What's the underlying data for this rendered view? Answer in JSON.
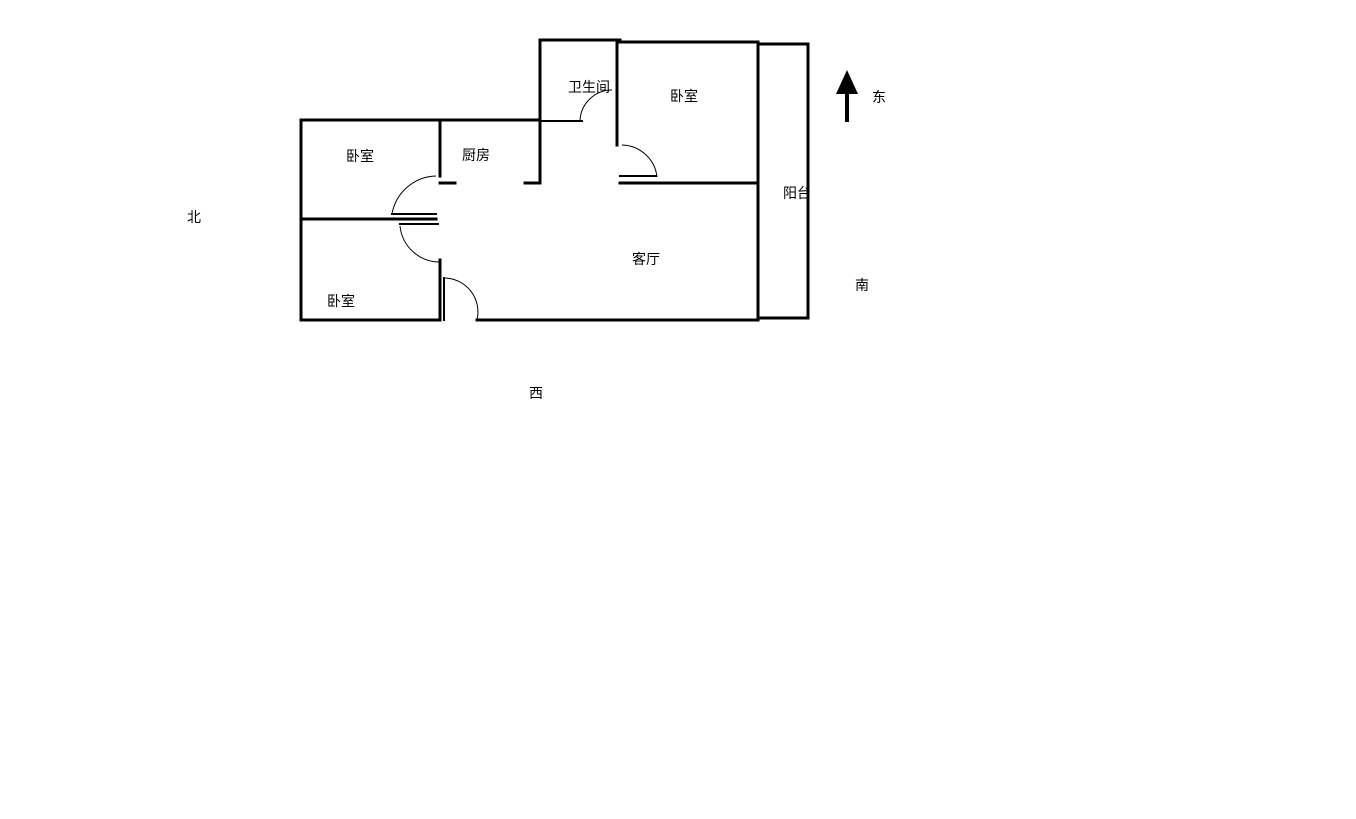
{
  "rooms": {
    "bathroom": "卫生间",
    "bedroom_east": "卧室",
    "bedroom_north_upper": "卧室",
    "kitchen": "厨房",
    "bedroom_north_lower": "卧室",
    "living_room": "客厅",
    "balcony": "阳台"
  },
  "compass": {
    "east": "东",
    "north": "北",
    "south": "南",
    "west": "西"
  },
  "colors": {
    "lines": "#000000",
    "background": "#ffffff"
  },
  "icons": {
    "arrow": "arrow-up-icon"
  }
}
